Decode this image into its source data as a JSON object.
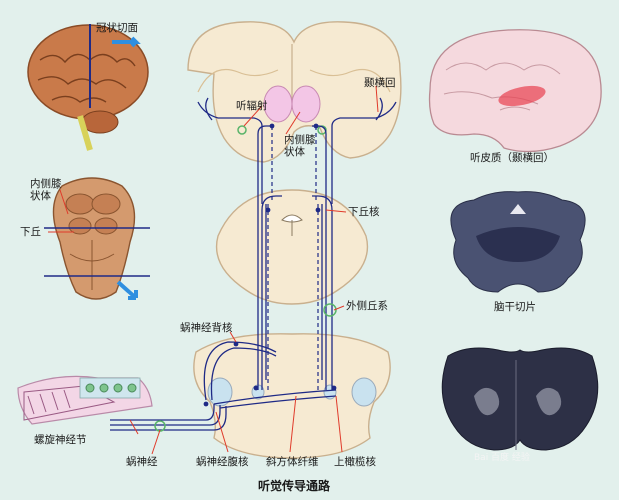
{
  "title": "听觉传导通路",
  "labels": {
    "coronal_section": "冠状切面",
    "auditory_radiation": "听辐射",
    "transverse_temporal_gyrus": "颞横回",
    "medial_geniculate_body": "内侧膝\n状体",
    "medial_geniculate_body_left": "内侧膝\n状体",
    "superior_colliculus": "下丘",
    "inferior_colliculus": "下丘核",
    "lateral_lemniscus": "外侧丘系",
    "dorsal_cochlear_nucleus": "蜗神经背核",
    "spiral_ganglion": "螺旋神经节",
    "cochlear_nerve": "蜗神经",
    "ventral_cochlear_nucleus": "蜗神经腹核",
    "trapezoid_body": "斜方体纤维",
    "superior_olivary_nucleus": "上橄榄核",
    "auditory_cortex": "听皮质（颞横回）",
    "brainstem_slice": "脑干切片",
    "watermark": "Bai 百度 经验"
  },
  "colors": {
    "background": "#e2f0ec",
    "tissue": "#f6ead2",
    "tissue_edge": "#c9b08e",
    "pathway": "#1f2a86",
    "thalamus": "#f3c6e6",
    "highlight": "#5ab46a",
    "arrow": "#2f8fe0",
    "cortex_highlight": "#e84050"
  }
}
